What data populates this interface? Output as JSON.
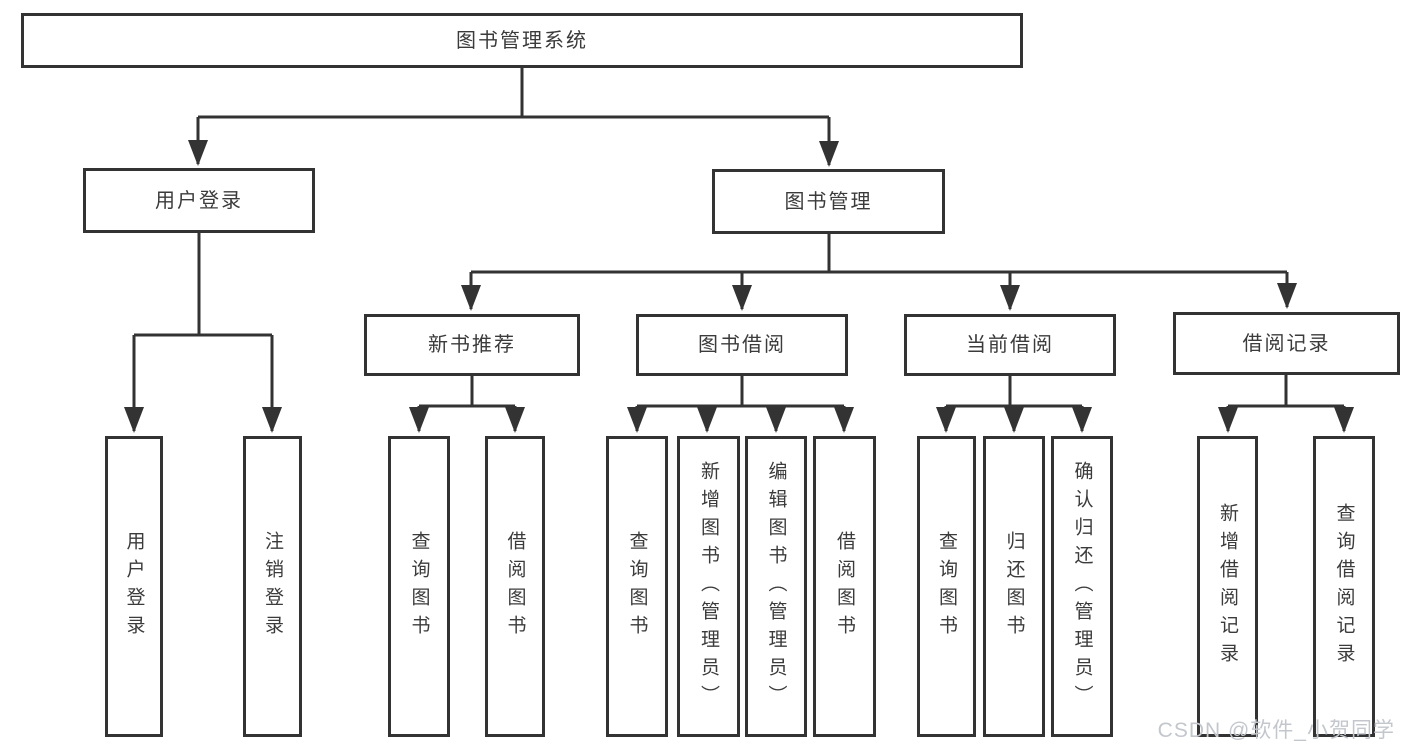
{
  "diagram_title": "图书管理系统",
  "tree": {
    "label": "图书管理系统",
    "children": [
      {
        "label": "用户登录",
        "children": [
          {
            "label": "用户登录"
          },
          {
            "label": "注销登录"
          }
        ]
      },
      {
        "label": "图书管理",
        "children": [
          {
            "label": "新书推荐",
            "children": [
              {
                "label": "查询图书"
              },
              {
                "label": "借阅图书"
              }
            ]
          },
          {
            "label": "图书借阅",
            "children": [
              {
                "label": "查询图书"
              },
              {
                "label": "新增图书（管理员）"
              },
              {
                "label": "编辑图书（管理员）"
              },
              {
                "label": "借阅图书"
              }
            ]
          },
          {
            "label": "当前借阅",
            "children": [
              {
                "label": "查询图书"
              },
              {
                "label": "归还图书"
              },
              {
                "label": "确认归还（管理员）"
              }
            ]
          },
          {
            "label": "借阅记录",
            "children": [
              {
                "label": "新增借阅记录"
              },
              {
                "label": "查询借阅记录"
              }
            ]
          }
        ]
      }
    ]
  },
  "watermark": "CSDN @软件_小贺同学",
  "colors": {
    "line": "#333333",
    "box_border": "#333333",
    "text": "#3b3b3b",
    "watermark": "#c3c7cd",
    "background": "#ffffff"
  }
}
